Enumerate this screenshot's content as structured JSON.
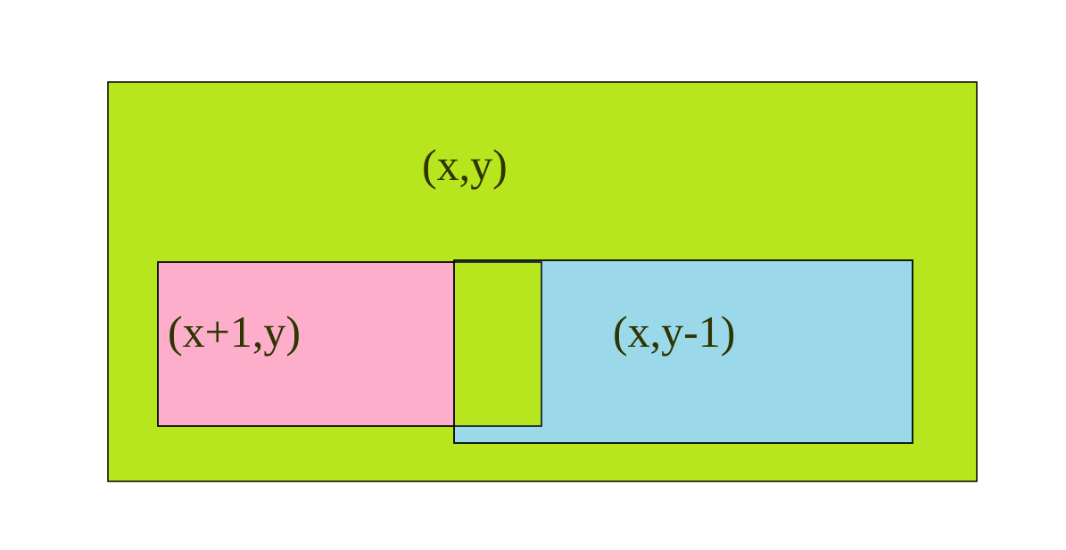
{
  "diagram": {
    "outer_region": {
      "label": "(x,y)",
      "fill": "#b8e61e"
    },
    "left_region": {
      "label": "(x+1,y)",
      "fill": "#fdaecb"
    },
    "right_region": {
      "label": "(x,y-1)",
      "fill": "#9bd9ea"
    },
    "overlap_fill": "#b8e61e",
    "stroke": "#000000",
    "label_color": "#2f3400"
  }
}
